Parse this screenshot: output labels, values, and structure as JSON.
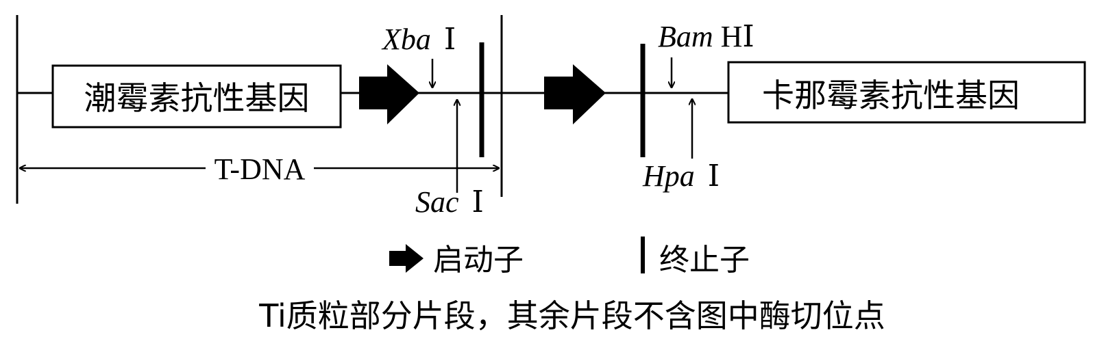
{
  "genes": {
    "left": "潮霉素抗性基因",
    "right": "卡那霉素抗性基因"
  },
  "enzymes": {
    "xba": {
      "italic": "Xba",
      "roman": "Ⅰ"
    },
    "sac": {
      "italic": "Sac",
      "roman": "Ⅰ"
    },
    "bam": {
      "italic": "Bam",
      "roman": "HⅠ"
    },
    "hpa": {
      "italic": "Hpa",
      "roman": "Ⅰ"
    }
  },
  "tdna_label": "T-DNA",
  "legend": {
    "promoter": "启动子",
    "terminator": "终止子"
  },
  "caption": "Ti质粒部分片段，其余片段不含图中酶切位点",
  "colors": {
    "stroke": "#000000",
    "fill": "#000000",
    "background": "#ffffff"
  }
}
